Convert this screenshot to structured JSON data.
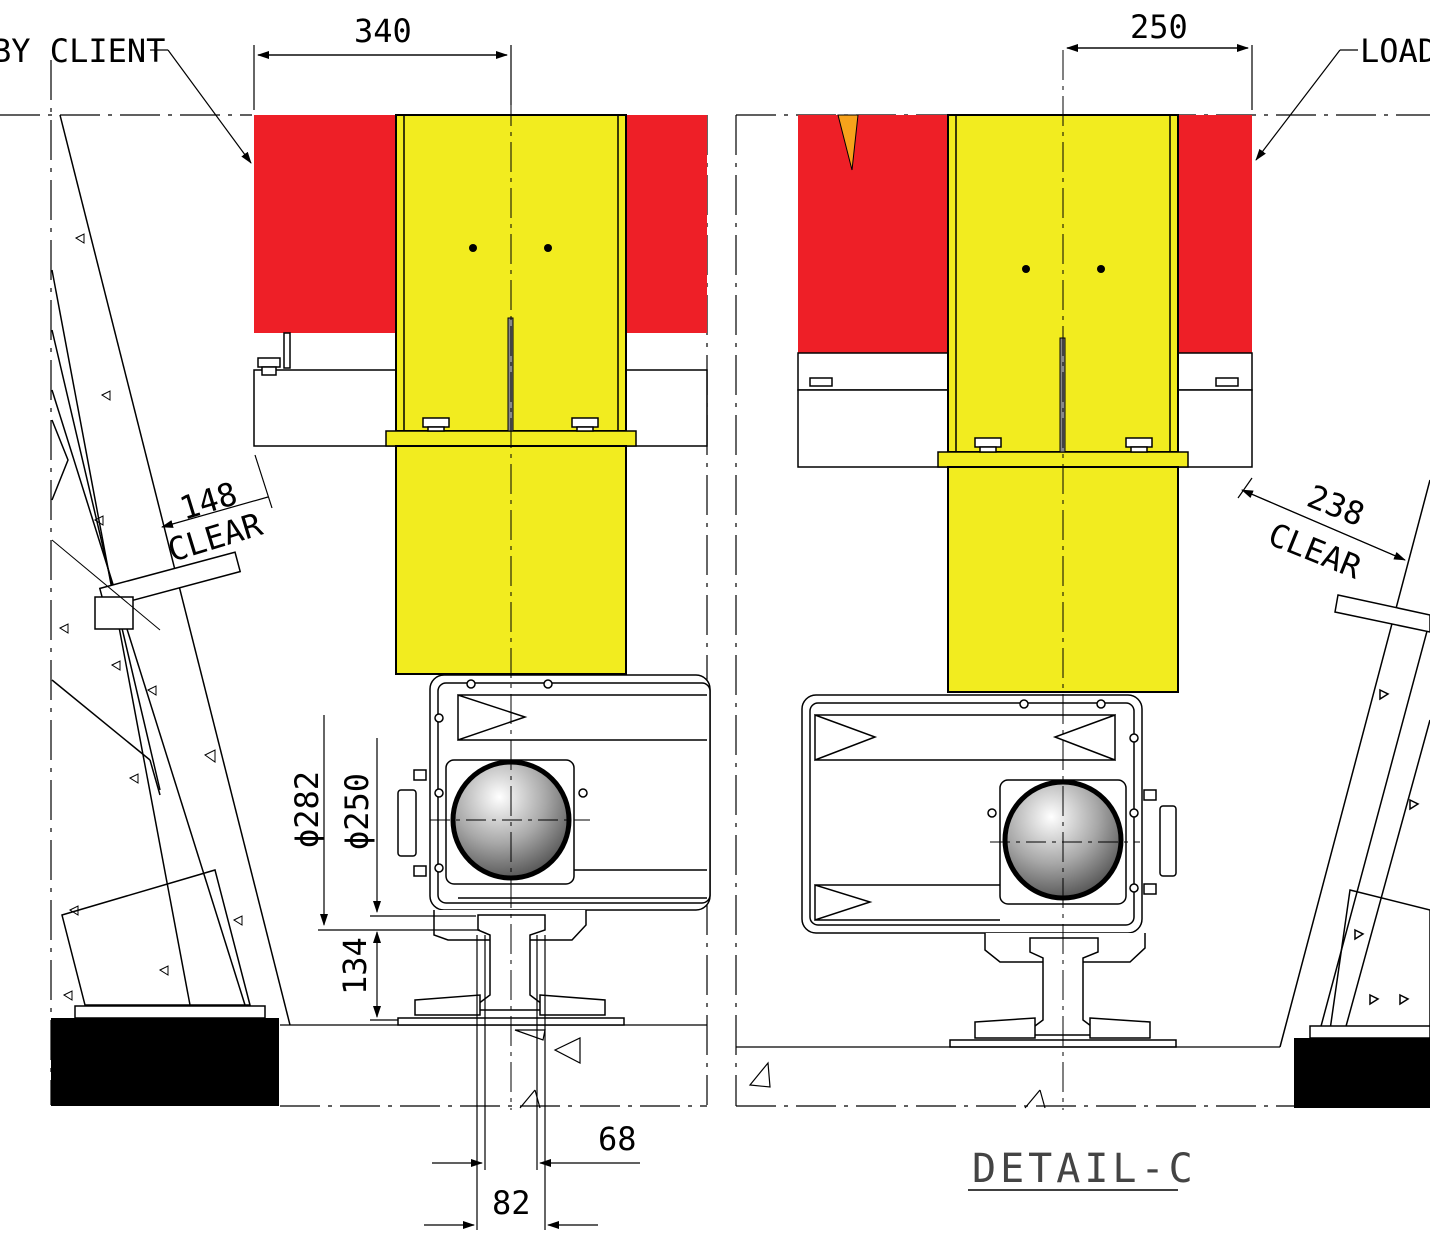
{
  "labels": {
    "by_client": "BY CLIENT",
    "load": "LOAD",
    "detail_title": "DETAIL-C"
  },
  "dimensions": {
    "width_left": "340",
    "width_right": "250",
    "clear_left_value": "148",
    "clear_left_label": "CLEAR",
    "clear_right_value": "238",
    "clear_right_label": "CLEAR",
    "dia_outer": "ϕ282",
    "dia_inner": "ϕ250",
    "height_134": "134",
    "rail_68": "68",
    "rail_82": "82"
  },
  "colors": {
    "red_panel": "#ee1f27",
    "yellow_column": "#f2ec1f",
    "concrete_black": "#000000",
    "accent_orange": "#f7a21b"
  }
}
